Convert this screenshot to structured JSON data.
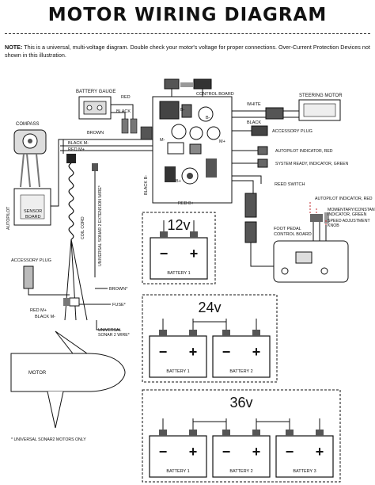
{
  "title": "MOTOR WIRING DIAGRAM",
  "note": {
    "label": "NOTE:",
    "text": " This is a universal, multi-voltage diagram. Double check your motor's voltage for proper connections. Over-Current Protection Devices not shown in this illustration."
  },
  "components": {
    "battery_gauge": "BATTERY GAUGE",
    "control_board": "CONTROL BOARD",
    "steering_motor": "STEERING MOTOR",
    "compass": "COMPASS",
    "sensor_board": "SENSOR\nBOARD",
    "autopilot_cable": "AUTOPILOT",
    "accessory_plug": "ACCESSORY PLUG",
    "accessory_plug_left": "ACCESSORY PLUG",
    "reed_switch": "REED SWITCH",
    "foot_pedal": "FOOT PEDAL\nCONTROL BOARD",
    "motor": "MOTOR",
    "coil_cord": "COIL CORD",
    "sonar_ext": "UNIVERSAL SONAR 2 EXTENSION WIRE*",
    "fuse": "FUSE*",
    "sonar_wire": "UNIVERSAL\nSONAR 2 WIRE*",
    "footnote": "* UNIVERSAL SONAR2 MOTORS ONLY"
  },
  "wire_labels": {
    "red": "RED",
    "black": "BLACK",
    "brown": "BROWN",
    "black_m": "BLACK M-",
    "red_m": "RED M+",
    "white": "WHITE",
    "black2": "BLACK",
    "b_plus": "B+",
    "b_minus": "B-",
    "b_minus_side": "B-",
    "m_minus": "M-",
    "m_plus": "M+",
    "black_bminus": "BLACK B-",
    "red_bplus": "RED B+",
    "brown_left": "BROWN*",
    "red_m_left": "RED M+",
    "black_m_left": "BLACK M-"
  },
  "indicators": {
    "autopilot_red": "AUTOPILOT INDICATOR, RED",
    "system_ready": "SYSTEM READY, INDICATOR, GREEN",
    "autopilot_red_fp": "AUTOPILOT INDICATOR, RED",
    "momentary": "MOMENTARY/CONSTANT\nINDICATOR, GREEN",
    "speed_knob": "SPEED ADJUSTMENT\nKNOB"
  },
  "configs": [
    {
      "voltage": "12v",
      "batteries": [
        "BATTERY 1"
      ]
    },
    {
      "voltage": "24v",
      "batteries": [
        "BATTERY 1",
        "BATTERY 2"
      ]
    },
    {
      "voltage": "36v",
      "batteries": [
        "BATTERY 1",
        "BATTERY 2",
        "BATTERY 3"
      ]
    }
  ],
  "terminals": {
    "neg": "−",
    "pos": "+"
  }
}
